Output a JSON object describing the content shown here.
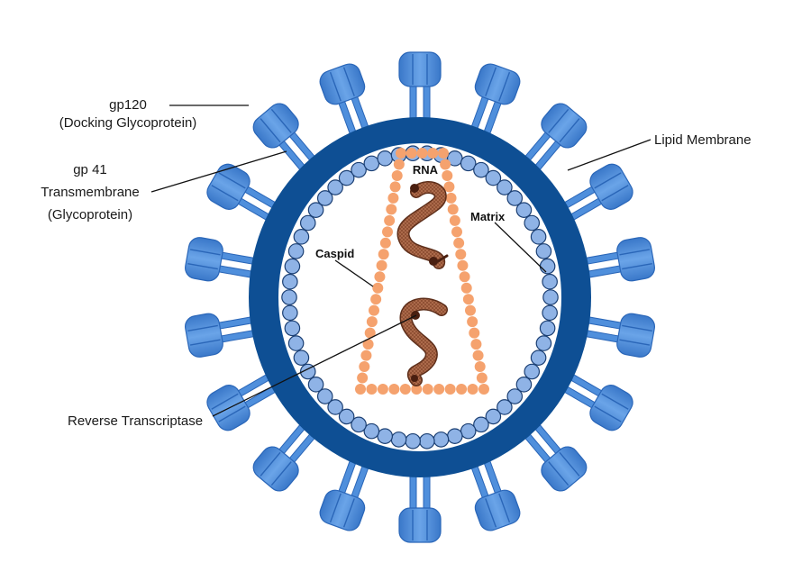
{
  "labels": {
    "gp120": "gp120",
    "gp120_sub": "(Docking Glycoprotein)",
    "gp41": "gp 41",
    "gp41_sub1": "Transmembrane",
    "gp41_sub2": "(Glycoprotein)",
    "lipid_membrane": "Lipid Membrane",
    "reverse_transcriptase": "Reverse Transcriptase",
    "rna": "RNA",
    "matrix": "Matrix",
    "caspid": "Caspid"
  },
  "colors": {
    "membrane": "#0e4f94",
    "spike": "#4f8fdc",
    "spike_dark": "#2a66b8",
    "matrix_bead": "#8fb3e6",
    "capsid_bead": "#f5a26e",
    "rna": "#8a4b2f"
  }
}
